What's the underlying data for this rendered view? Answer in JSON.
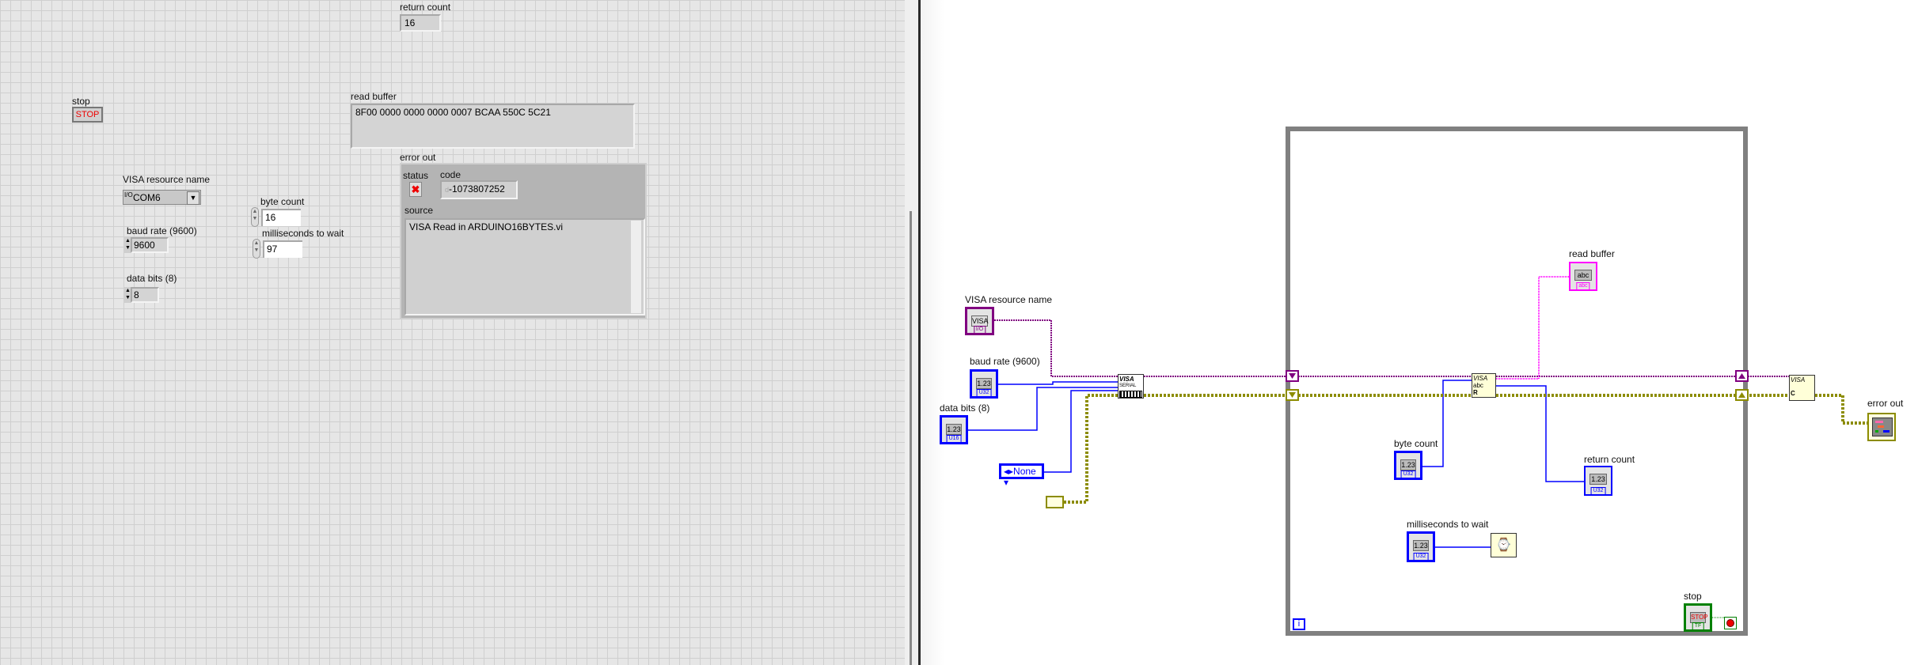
{
  "front_panel": {
    "return_count": {
      "label": "return count",
      "value": "16"
    },
    "stop": {
      "label": "stop",
      "button_text": "STOP"
    },
    "read_buffer": {
      "label": "read buffer",
      "value": "8F00 0000 0000 0000 0007 BCAA 550C 5C21"
    },
    "error_out": {
      "label": "error out",
      "status_label": "status",
      "code_label": "code",
      "code_value": "-1073807252",
      "code_radix": "d",
      "source_label": "source",
      "source_value": "VISA Read in ARDUINO16BYTES.vi",
      "status_icon": "x-mark-icon"
    },
    "visa_resource": {
      "label": "VISA resource name",
      "value": "COM6",
      "io_glyph": "I/O"
    },
    "byte_count": {
      "label": "byte count",
      "value": "16"
    },
    "ms_to_wait": {
      "label": "milliseconds to wait",
      "value": "97"
    },
    "baud_rate": {
      "label": "baud rate (9600)",
      "value": "9600"
    },
    "data_bits": {
      "label": "data bits (8)",
      "value": "8"
    }
  },
  "block_diagram": {
    "visa_resource": {
      "label": "VISA resource name",
      "glyph": "VISA",
      "type": "I/O"
    },
    "baud_rate": {
      "label": "baud rate (9600)",
      "glyph": "1.23",
      "type": "U32"
    },
    "data_bits": {
      "label": "data bits (8)",
      "glyph": "1.23",
      "type": "U16"
    },
    "parity_enum": {
      "value": "None"
    },
    "serial_config_node": {
      "line1": "VISA",
      "line2": "SERIAL"
    },
    "visa_read_node": {
      "line1": "VISA",
      "line2": "abc",
      "line3": "R"
    },
    "visa_close_node": {
      "line1": "VISA",
      "line2": "C"
    },
    "read_buffer": {
      "label": "read buffer",
      "glyph": "abc",
      "type": "abc"
    },
    "byte_count": {
      "label": "byte count",
      "glyph": "1.23",
      "type": "U32"
    },
    "return_count": {
      "label": "return count",
      "glyph": "1.23",
      "type": "U32"
    },
    "ms_to_wait": {
      "label": "milliseconds to wait",
      "glyph": "1.23",
      "type": "U32"
    },
    "stop": {
      "label": "stop",
      "glyph": "STOP",
      "type": "TF"
    },
    "error_out": {
      "label": "error out"
    },
    "iteration": {
      "glyph": "i"
    },
    "colors": {
      "visa_wire": "#800080",
      "error_wire": "#8c8c00",
      "numeric_wire": "#0000ff",
      "string_wire": "#ff00ff",
      "boolean_wire": "#008000",
      "loop_border": "#808080"
    }
  }
}
